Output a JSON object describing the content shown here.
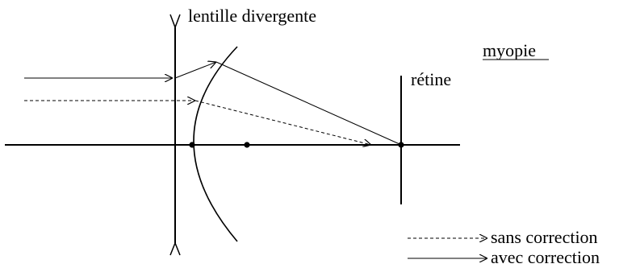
{
  "labels": {
    "lens": "lentille divergente",
    "condition": "myopie",
    "retina": "rétine"
  },
  "legend": {
    "without": "sans correction",
    "with": "avec correction"
  },
  "colors": {
    "ink": "#000000",
    "background": "#ffffff"
  }
}
